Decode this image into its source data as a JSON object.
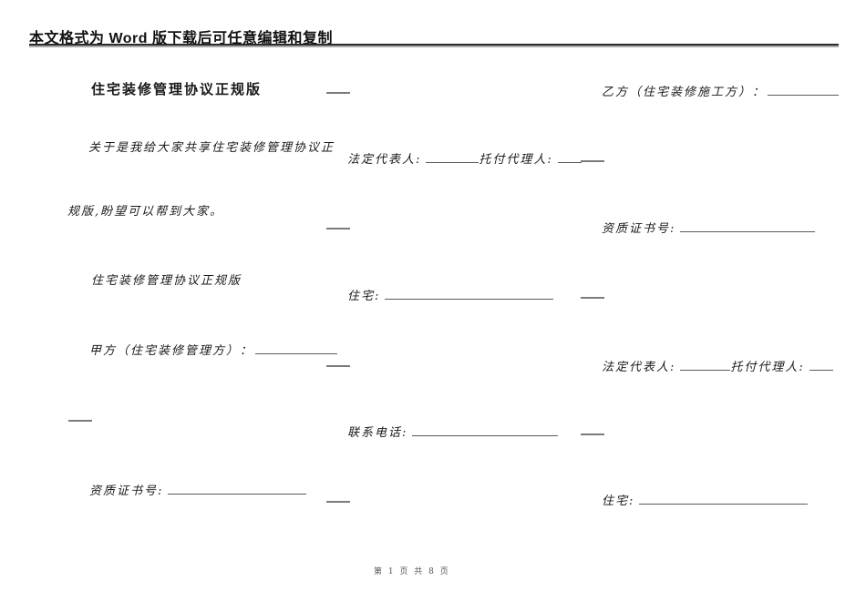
{
  "page": {
    "header": {
      "notice": "本文格式为 Word 版下载后可任意编辑和复制"
    },
    "left_column": {
      "title": "住宅装修管理协议正规版",
      "intro_line1": "关于是我给大家共享住宅装修管理协议正",
      "intro_line2": "规版,盼望可以帮到大家。",
      "subtitle": "住宅装修管理协议正规版",
      "party_a_label": "甲方（住宅装修管理方）：",
      "cert_no_label": "资质证书号:"
    },
    "middle_column": {
      "legal_rep_label": "法定代表人:",
      "agent_label": "托付代理人:",
      "residence_label": "住宅:",
      "phone_label": "联系电话:"
    },
    "right_column": {
      "party_b_label": "乙方（住宅装修施工方）：",
      "cert_no_label": "资质证书号:",
      "legal_rep_label": "法定代表人:",
      "agent_label": "托付代理人:",
      "residence_label": "住宅:"
    },
    "footer": {
      "page_indicator": "第 1 页 共 8 页"
    }
  }
}
